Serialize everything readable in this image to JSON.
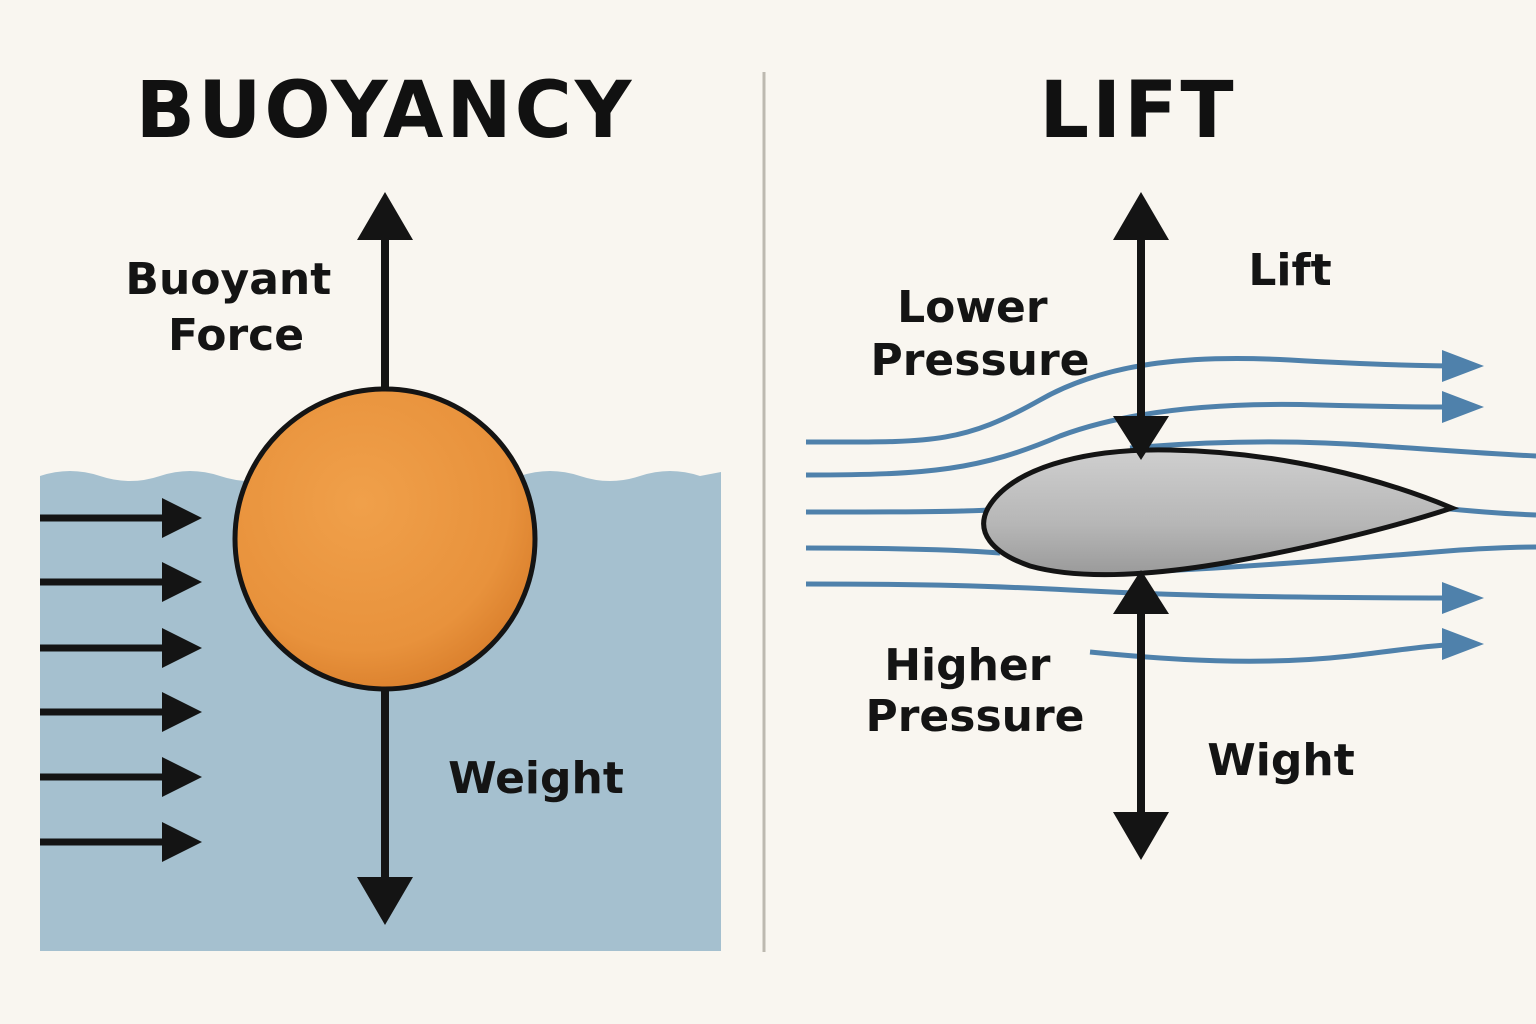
{
  "buoyancy": {
    "title": "BUOYANCY",
    "buoyant_force_label": [
      "Buoyant",
      "Force"
    ],
    "weight_label": "Weight"
  },
  "lift": {
    "title": "LIFT",
    "lift_label": "Lift",
    "lower_pressure_label": [
      "Lower",
      "Pressure"
    ],
    "higher_pressure_label": [
      "Higher",
      "Pressure"
    ],
    "weight_label": "Wight"
  },
  "colors": {
    "background": "#f9f6f0",
    "water": "#a5c0cf",
    "ball": "#e8923c",
    "airfoil": "#b9b9b9",
    "streamline": "#4f81ab",
    "arrow": "#141414"
  }
}
